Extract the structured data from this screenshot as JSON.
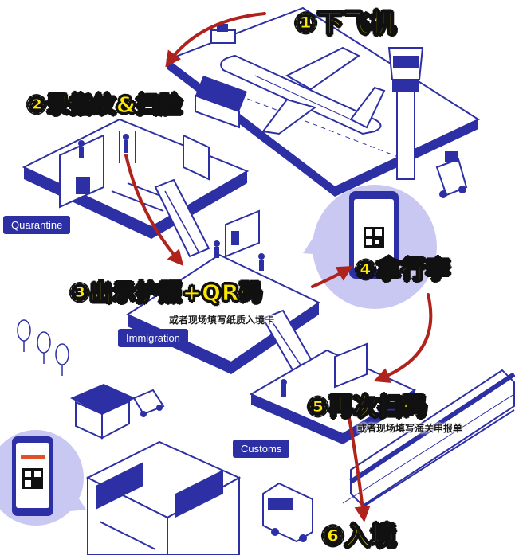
{
  "steps": {
    "s1": "①下飞机",
    "s2": "②录指纹&扫脸",
    "s3": "③出示护照+QR码",
    "s4": "④拿行李",
    "s5": "⑤再次扫码",
    "s6": "⑥入境"
  },
  "notes": {
    "s3_alt": "或者现场填写纸质入境卡",
    "s5_alt": "或者现场填写海关申报单"
  },
  "zones": {
    "quarantine": "Quarantine",
    "immigration": "Immigration",
    "customs": "Customs"
  },
  "colors": {
    "primary": "#2d2fa4",
    "lavender": "#c9c8f2",
    "arrow": "#b0221c",
    "label": "#ffe800"
  }
}
